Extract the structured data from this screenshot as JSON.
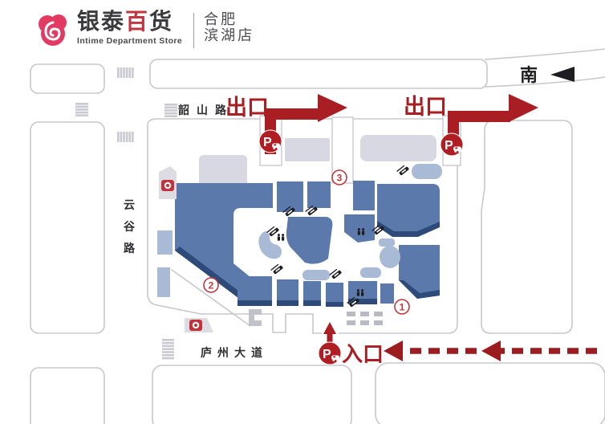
{
  "header": {
    "brand_cn_1": "银泰",
    "brand_cn_highlight": "百",
    "brand_cn_2": "货",
    "brand_en": "Intime Department Store",
    "store_line1": "合肥",
    "store_line2": "滨湖店"
  },
  "map": {
    "compass": {
      "label": "南"
    },
    "roads": {
      "top": "韶山路",
      "left_chars": [
        "云",
        "谷",
        "路"
      ],
      "bottom": "庐州大道"
    },
    "labels": {
      "exit": "出口",
      "entrance": "入口",
      "parking": "P"
    },
    "numbered_points": [
      "1",
      "2",
      "3"
    ],
    "colors": {
      "arrow_red": "#a81e22",
      "building_blue": "#5b79ab",
      "building_shadow": "#2d4a79",
      "building_light_blue": "#a9bad6",
      "building_gray": "#d8d8e2",
      "road_outline": "#c7c7cf"
    }
  }
}
